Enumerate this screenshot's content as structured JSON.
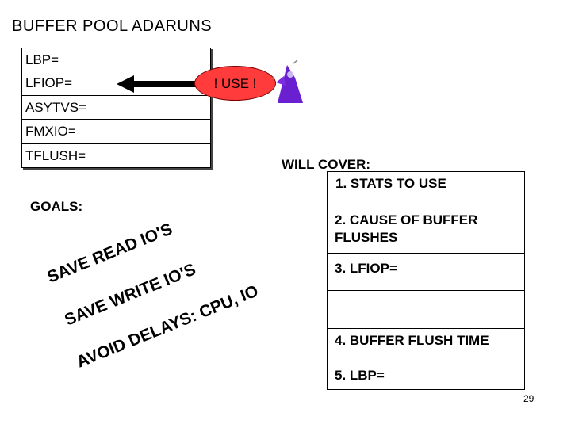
{
  "title": "BUFFER POOL ADARUNS",
  "adarun_params": [
    "LBP=",
    "LFIOP=",
    "ASYTVS=",
    "FMXIO=",
    "TFLUSH="
  ],
  "use_badge": "! USE !",
  "will_cover": {
    "heading": "WILL COVER:",
    "items": [
      "1. STATS TO USE",
      "2. CAUSE OF BUFFER FLUSHES",
      "3. LFIOP=",
      "",
      "4. BUFFER FLUSH TIME",
      "5. LBP="
    ]
  },
  "goals": {
    "heading": "GOALS:",
    "items": [
      "SAVE READ IO'S",
      "SAVE WRITE IO'S",
      "AVOID DELAYS: CPU, IO"
    ]
  },
  "page_number": "29",
  "colors": {
    "badge": "#ff3b3b",
    "wizard": "#6a1fd1"
  },
  "icons": {
    "arrow": "arrow-left-icon",
    "wizard": "wizard-icon"
  }
}
